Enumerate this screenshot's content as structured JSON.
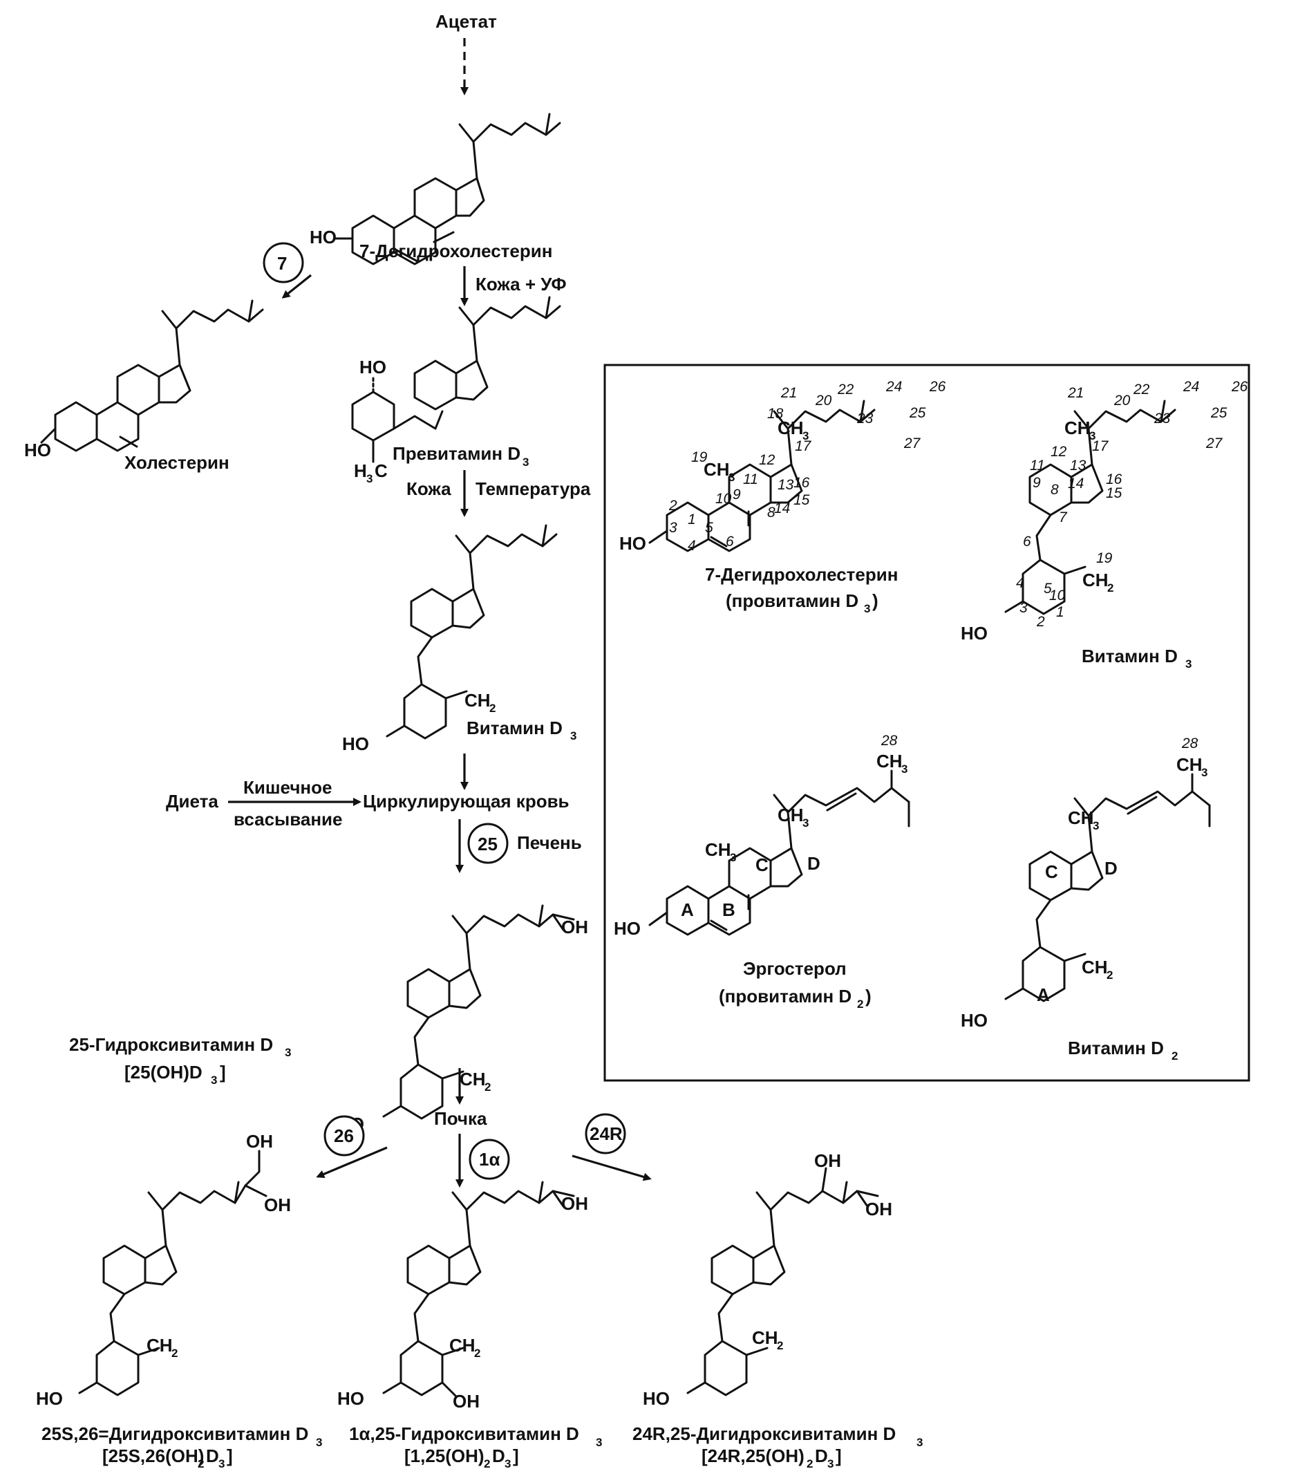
{
  "top": {
    "acetate": "Ацетат"
  },
  "steps": {
    "skin_uv": "Кожа  +  УФ",
    "skin_temp_a": "Кожа",
    "skin_temp_b": "Температура",
    "diet": "Диета",
    "intestinal_a": "Кишечное",
    "intestinal_b": "всасывание",
    "blood": "Циркулирующая  кровь",
    "liver": "Печень",
    "kidney": "Почка"
  },
  "enzymes": {
    "e7": "7",
    "e25": "25",
    "e26": "26",
    "e1a": "1α",
    "e24r": "24R"
  },
  "compounds": {
    "dehydro": "7-Дегидрохолестерин",
    "cholesterol": "Холестерин",
    "previtamin": "Превитамин  D",
    "previtamin_sub": "3",
    "vitd3": "Витамин  D",
    "vitd3_sub": "3",
    "hydroxy25_a": "25-Гидроксивитамин  D",
    "hydroxy25_sub": "3",
    "hydroxy25_b": "[25(OH)D",
    "hydroxy25_b_sub": "3",
    "hydroxy25_b_end": "]",
    "c25s26_a": "25S,26=Дигидроксивитамин  D",
    "c25s26_sub": "3",
    "c25s26_b": "[25S,26(OH)",
    "c25s26_b_mid": "D",
    "c25s26_b_end": "]",
    "c1a25_a": "1α,25-Гидроксивитамин  D",
    "c1a25_sub": "3",
    "c1a25_b": "[1,25(OH)",
    "c1a25_b_mid": "D",
    "c1a25_b_end": "]",
    "c24r25_a": "24R,25-Дигидроксивитамин  D",
    "c24r25_sub": "3",
    "c24r25_b": "[24R,25(OH)",
    "c24r25_b_mid": "D",
    "c24r25_b_end": "]"
  },
  "box": {
    "dehydro_name": "7-Дегидрохолестерин",
    "dehydro_pro": "(провитамин  D",
    "dehydro_pro_sub": "3",
    "vitd3": "Витамин  D",
    "vitd3_sub": "3",
    "ergosterol": "Эргостерол",
    "ergo_pro": "(провитамин  D",
    "ergo_pro_sub": "2",
    "vitd2": "Витамин  D",
    "vitd2_sub": "2",
    "ring_a": "A",
    "ring_b": "B",
    "ring_c": "C",
    "ring_d": "D"
  },
  "groups": {
    "ho": "HO",
    "oh": "OH",
    "ch3": "CH",
    "ch2": "CH",
    "h3c": "H",
    "sub2": "2",
    "sub3": "3"
  }
}
